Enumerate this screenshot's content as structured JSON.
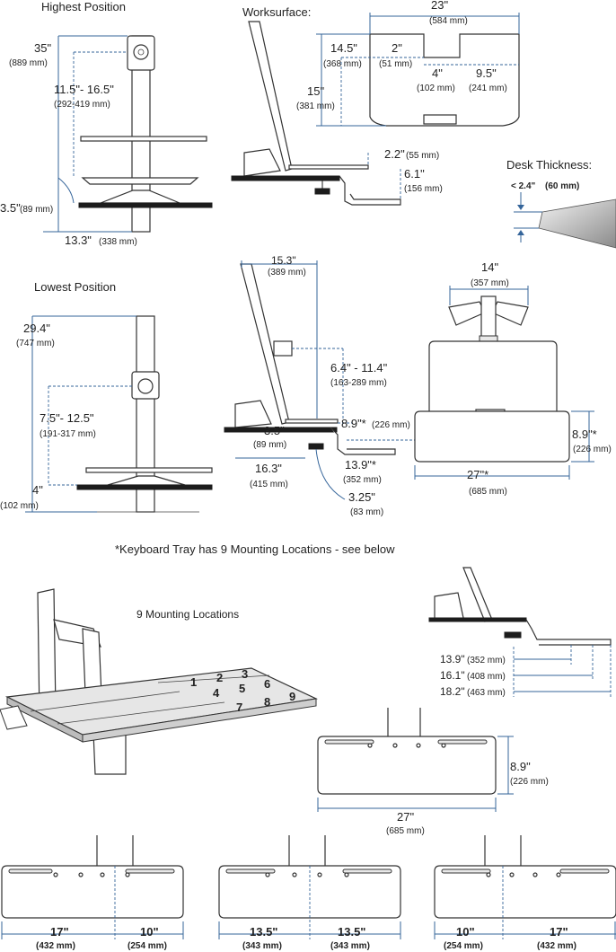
{
  "headings": {
    "highest": "Highest Position",
    "lowest": "Lowest Position",
    "worksurface": "Worksurface:",
    "desk_thickness": "Desk Thickness:",
    "nine_locations": "9 Mounting Locations",
    "keyboard_note": "*Keyboard Tray has 9 Mounting Locations - see below"
  },
  "highest": {
    "total_in": "35\"",
    "total_mm": "(889 mm)",
    "range_in": "11.5\"- 16.5\"",
    "range_mm": "(292-419 mm)",
    "base_in": "3.5\"",
    "base_mm": "(89 mm)",
    "reach_in": "13.3\"",
    "reach_mm": "(338 mm)"
  },
  "worksurface": {
    "width_in": "23\"",
    "width_mm": "(584 mm)",
    "depth_in": "14.5\"",
    "depth_mm": "(368 mm)",
    "notch_w_in": "2\"",
    "notch_w_mm": "(51 mm)",
    "depth2_in": "15\"",
    "depth2_mm": "(381 mm)",
    "notch_in": "4\"",
    "notch_mm": "(102 mm)",
    "side_in": "9.5\"",
    "side_mm": "(241 mm)",
    "offset_in": "2.2\"",
    "offset_mm": "(55 mm)",
    "drop_in": "6.1\"",
    "drop_mm": "(156 mm)"
  },
  "desk": {
    "thickness_in": "< 2.4\"",
    "thickness_mm": "(60 mm)"
  },
  "lowest": {
    "total_in": "29.4\"",
    "total_mm": "(747 mm)",
    "range_in": "7.5\"- 12.5\"",
    "range_mm": "(191-317 mm)",
    "base_in": "4\"",
    "base_mm": "(102 mm)"
  },
  "side_view": {
    "depth_in": "15.3\"",
    "depth_mm": "(389 mm)",
    "monitor_in": "6.4\" - 11.4\"",
    "monitor_mm": "(163-289 mm)",
    "tray_h_in": "8.9\"*",
    "tray_h_mm": "(226 mm)",
    "clamp_in": "3.5\"",
    "clamp_mm": "(89 mm)",
    "reach_in": "16.3\"",
    "reach_mm": "(415 mm)",
    "tray_in": "13.9\"*",
    "tray_mm": "(352 mm)",
    "clamp2_in": "3.25\"",
    "clamp2_mm": "(83 mm)"
  },
  "front_view": {
    "width_in": "14\"",
    "width_mm": "(357 mm)",
    "tray_h_in": "8.9\"*",
    "tray_h_mm": "(226 mm)",
    "tray_w_in": "27\"*",
    "tray_w_mm": "(685 mm)"
  },
  "locations": [
    "1",
    "2",
    "3",
    "4",
    "5",
    "6",
    "7",
    "8",
    "9"
  ],
  "tray_side": {
    "d1_in": "13.9\"",
    "d1_mm": "(352 mm)",
    "d2_in": "16.1\"",
    "d2_mm": "(408 mm)",
    "d3_in": "18.2\"",
    "d3_mm": "(463 mm)"
  },
  "tray_top": {
    "h_in": "8.9\"",
    "h_mm": "(226 mm)",
    "w_in": "27\"",
    "w_mm": "(685 mm)"
  },
  "tray_splits": [
    {
      "left_in": "17\"",
      "left_mm": "(432 mm)",
      "right_in": "10\"",
      "right_mm": "(254 mm)"
    },
    {
      "left_in": "13.5\"",
      "left_mm": "(343 mm)",
      "right_in": "13.5\"",
      "right_mm": "(343 mm)"
    },
    {
      "left_in": "10\"",
      "left_mm": "(254 mm)",
      "right_in": "17\"",
      "right_mm": "(432 mm)"
    }
  ],
  "colors": {
    "dimension": "#35659a",
    "outline": "#333333",
    "dark_fill": "#1c1c1c",
    "tray_fill": "#e6e6e6"
  }
}
